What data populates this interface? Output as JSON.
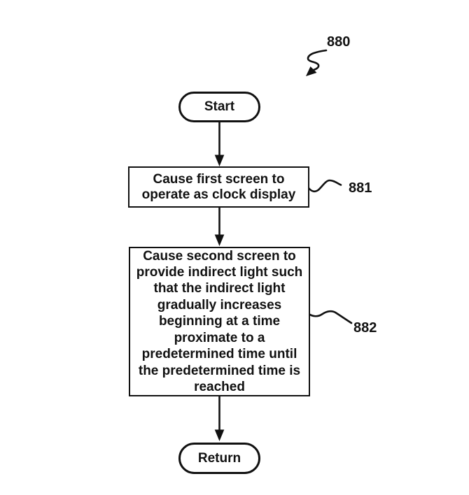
{
  "figure": {
    "reference_label": "880",
    "ink_color": "#111111",
    "background_color": "#ffffff",
    "nodes": {
      "start": {
        "label": "Start"
      },
      "step_881": {
        "ref": "881",
        "text": "Cause first screen to operate as clock display"
      },
      "step_882": {
        "ref": "882",
        "text": "Cause second screen to provide indirect light such that the indirect light gradually increases beginning at a time proximate to a predetermined time until the predetermined time is reached"
      },
      "return": {
        "label": "Return"
      }
    },
    "connectors": [
      {
        "from": "start",
        "to": "step_881",
        "type": "arrow"
      },
      {
        "from": "step_881",
        "to": "step_882",
        "type": "arrow"
      },
      {
        "from": "step_882",
        "to": "return",
        "type": "arrow"
      },
      {
        "from": "reference_label",
        "to": "figure",
        "type": "squiggle-arrow"
      },
      {
        "from": "step_881",
        "to": "ref_881",
        "type": "squiggle"
      },
      {
        "from": "step_882",
        "to": "ref_882",
        "type": "squiggle"
      }
    ]
  }
}
